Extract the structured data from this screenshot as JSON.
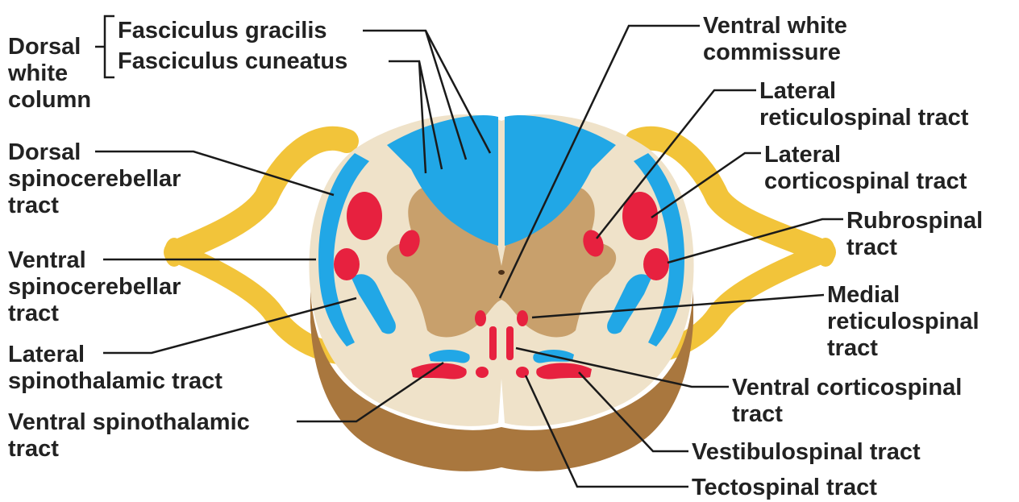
{
  "colors": {
    "white_matter": "#efe2c9",
    "gray_matter": "#c8a06c",
    "ascending_tracts": "#21a7e6",
    "descending_tracts": "#e7213f",
    "nerve_roots": "#f2c43a",
    "cut_surface": "#a9773e",
    "leader_lines": "#1a1a1a"
  },
  "labels": {
    "dorsal_white_column": [
      "Dorsal",
      "white",
      "column"
    ],
    "fasciculus_gracilis": "Fasciculus gracilis",
    "fasciculus_cuneatus": "Fasciculus cuneatus",
    "dorsal_spinocerebellar": [
      "Dorsal",
      "spinocerebellar",
      "tract"
    ],
    "ventral_spinocerebellar": [
      "Ventral",
      "spinocerebellar",
      "tract"
    ],
    "lateral_spinothalamic": [
      "Lateral",
      "spinothalamic tract"
    ],
    "ventral_spinothalamic": [
      "Ventral spinothalamic",
      "tract"
    ],
    "ventral_white_commissure": [
      "Ventral white",
      "commissure"
    ],
    "lateral_reticulospinal": [
      "Lateral",
      "reticulospinal tract"
    ],
    "lateral_corticospinal": [
      "Lateral",
      "corticospinal tract"
    ],
    "rubrospinal": [
      "Rubrospinal",
      "tract"
    ],
    "medial_reticulospinal": [
      "Medial",
      "reticulospinal",
      "tract"
    ],
    "ventral_corticospinal": [
      "Ventral corticospinal",
      "tract"
    ],
    "vestibulospinal": "Vestibulospinal tract",
    "tectospinal": "Tectospinal tract"
  }
}
